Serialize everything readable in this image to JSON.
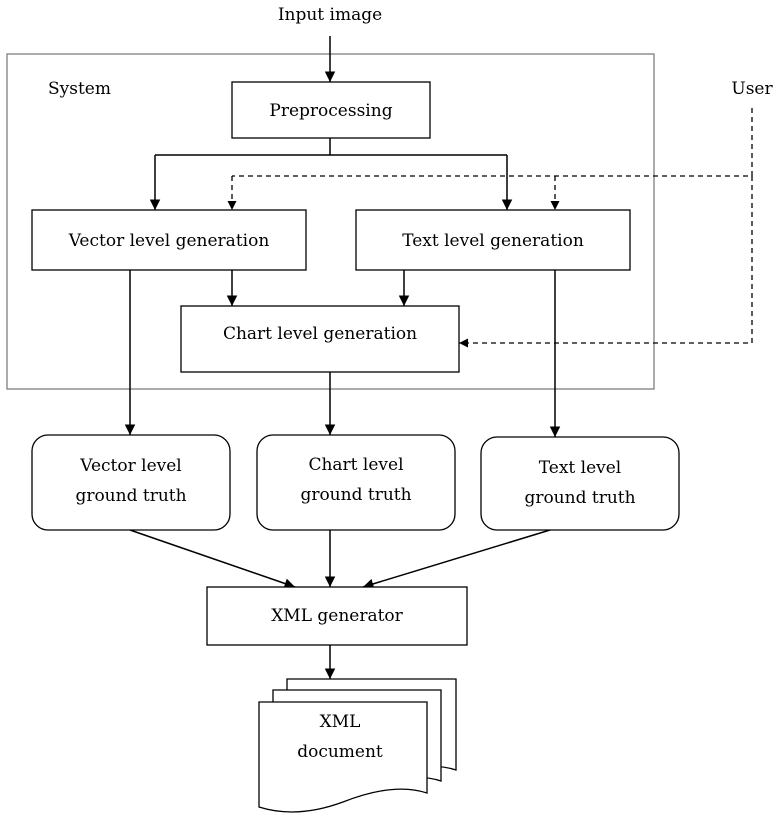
{
  "labels": {
    "input": "Input image",
    "system": "System",
    "user": "User"
  },
  "nodes": {
    "preprocessing": "Preprocessing",
    "vector_gen": "Vector level generation",
    "text_gen": "Text level generation",
    "chart_gen": "Chart level generation",
    "vector_gt": [
      "Vector level",
      "ground truth"
    ],
    "chart_gt": [
      "Chart level",
      "ground truth"
    ],
    "text_gt": [
      "Text level",
      "ground truth"
    ],
    "xml_gen": "XML generator",
    "xml_doc": [
      "XML",
      "document"
    ]
  }
}
